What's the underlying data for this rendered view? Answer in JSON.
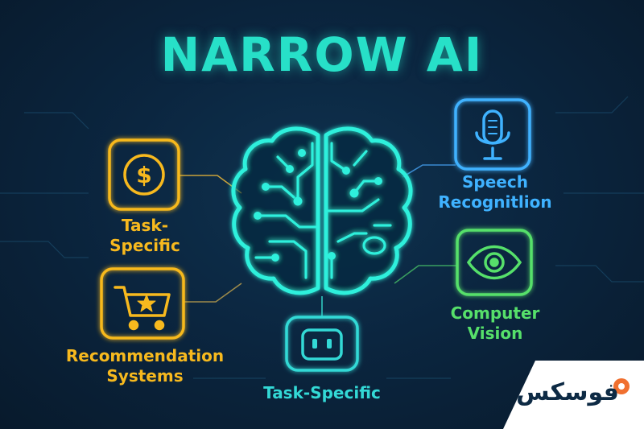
{
  "title": "NARROW AI",
  "items": [
    {
      "lines": [
        "Task-",
        "Specific"
      ],
      "icon": "dollar-coin-icon",
      "color": "#f7b91e"
    },
    {
      "lines": [
        "Recommendation",
        "Systems"
      ],
      "icon": "shopping-cart-star-icon",
      "color": "#f7b91e"
    },
    {
      "lines": [
        "Task-Specific"
      ],
      "icon": "robot-face-icon",
      "color": "#33d9d6"
    },
    {
      "lines": [
        "Speech",
        "Recognitlion"
      ],
      "icon": "microphone-icon",
      "color": "#3fb2ff"
    },
    {
      "lines": [
        "Computer",
        "Vision"
      ],
      "icon": "eye-icon",
      "color": "#56e06a"
    }
  ],
  "brain_icon": "brain-circuit-icon",
  "logo": {
    "text": "فوسکس",
    "icon": "logo-icon"
  },
  "colors": {
    "background": "#0b2640",
    "title": "#27e0c8",
    "brain": "#2ff0dc",
    "logo_bg": "#ffffff"
  }
}
